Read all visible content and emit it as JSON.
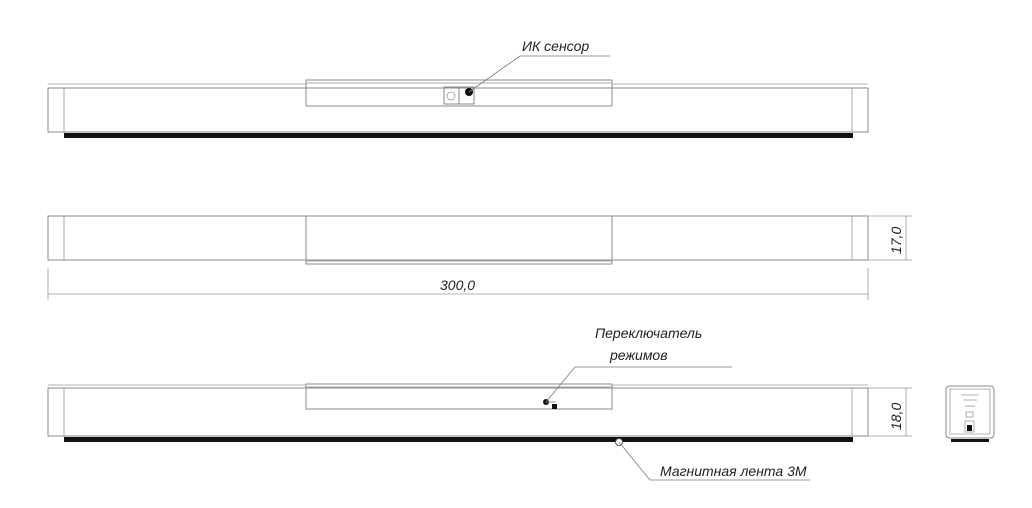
{
  "labels": {
    "ir_sensor": "ИК сенсор",
    "switch_line1": "Переключатель",
    "switch_line2": "режимов",
    "magnetic_tape": "Магнитная лента 3М"
  },
  "dimensions": {
    "length": "300,0",
    "height_middle": "17,0",
    "height_bottom": "18,0"
  },
  "colors": {
    "outline": "#8a8a8a",
    "tape": "#111111",
    "text": "#222222"
  }
}
